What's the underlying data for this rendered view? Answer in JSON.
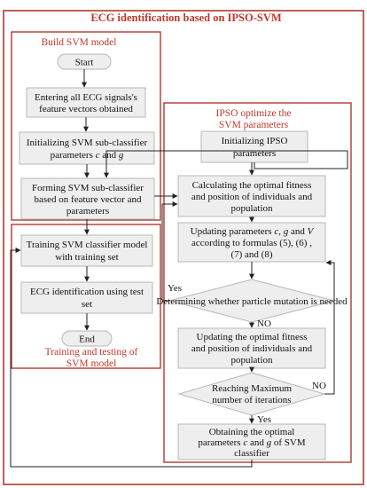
{
  "title": "ECG identification  based on IPSO-SVM",
  "groups": {
    "build_svm": "Build SVM model",
    "ipso": [
      "IPSO optimize the",
      "SVM parameters"
    ],
    "train_test": [
      "Training and testing of",
      "SVM model"
    ]
  },
  "nodes": {
    "start": "Start",
    "enter_features": [
      "Entering all ECG signals's",
      "feature vectors obtained"
    ],
    "init_svm": [
      "Initializing SVM sub-classifier",
      "parameters c and g"
    ],
    "form_svm": [
      "Forming SVM sub-classifier",
      "based on feature vector and",
      "parameters"
    ],
    "train_model": [
      "Training SVM classifier model",
      "with training set"
    ],
    "ecg_identify": [
      "ECG identification using test",
      "set"
    ],
    "end": "End",
    "init_ipso": [
      "Initializing IPSO",
      "parameters"
    ],
    "calc_fitness": [
      "Calculating the optimal fitness",
      "and position of individuals and",
      "population"
    ],
    "update_params": [
      "Updating parameters c, g and V",
      "according to formulas (5), (6) ,",
      "(7) and (8)"
    ],
    "mutation_decision": "Determining whether particle mutation is needed",
    "update_fitness": [
      "Updating the optimal fitness",
      "and position of individuals and",
      "population"
    ],
    "max_iter_decision": [
      "Reaching Maximum",
      "number of iterations"
    ],
    "obtain_params": [
      "Obtaining the optimal",
      "parameters c and g of SVM",
      "classifier"
    ]
  },
  "edge_labels": {
    "yes_mutation": "Yes",
    "no_mutation": "NO",
    "no_iterations": "NO",
    "yes_iterations": "Yes"
  }
}
